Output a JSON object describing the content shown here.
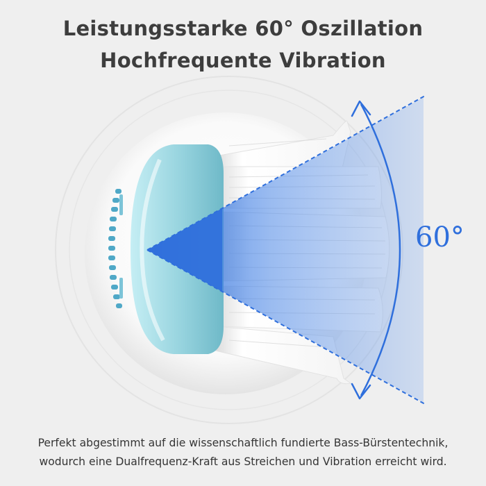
{
  "heading": {
    "line1": "Leistungsstarke 60° Oszillation",
    "line2": "Hochfrequente Vibration"
  },
  "angle": {
    "label": "60°",
    "degrees": 60
  },
  "caption": {
    "line1": "Perfekt abgestimmt auf die wissenschaftlich fundierte Bass-Bürstentechnik,",
    "line2": "wodurch eine Dualfrequenz-Kraft aus Streichen und Vibration erreicht wird."
  },
  "colors": {
    "background": "#efefef",
    "text": "#3d3d3d",
    "accent_blue": "#2f6fdc",
    "brush_head_teal": "#8fd0dc",
    "bristles": "#ffffff"
  }
}
